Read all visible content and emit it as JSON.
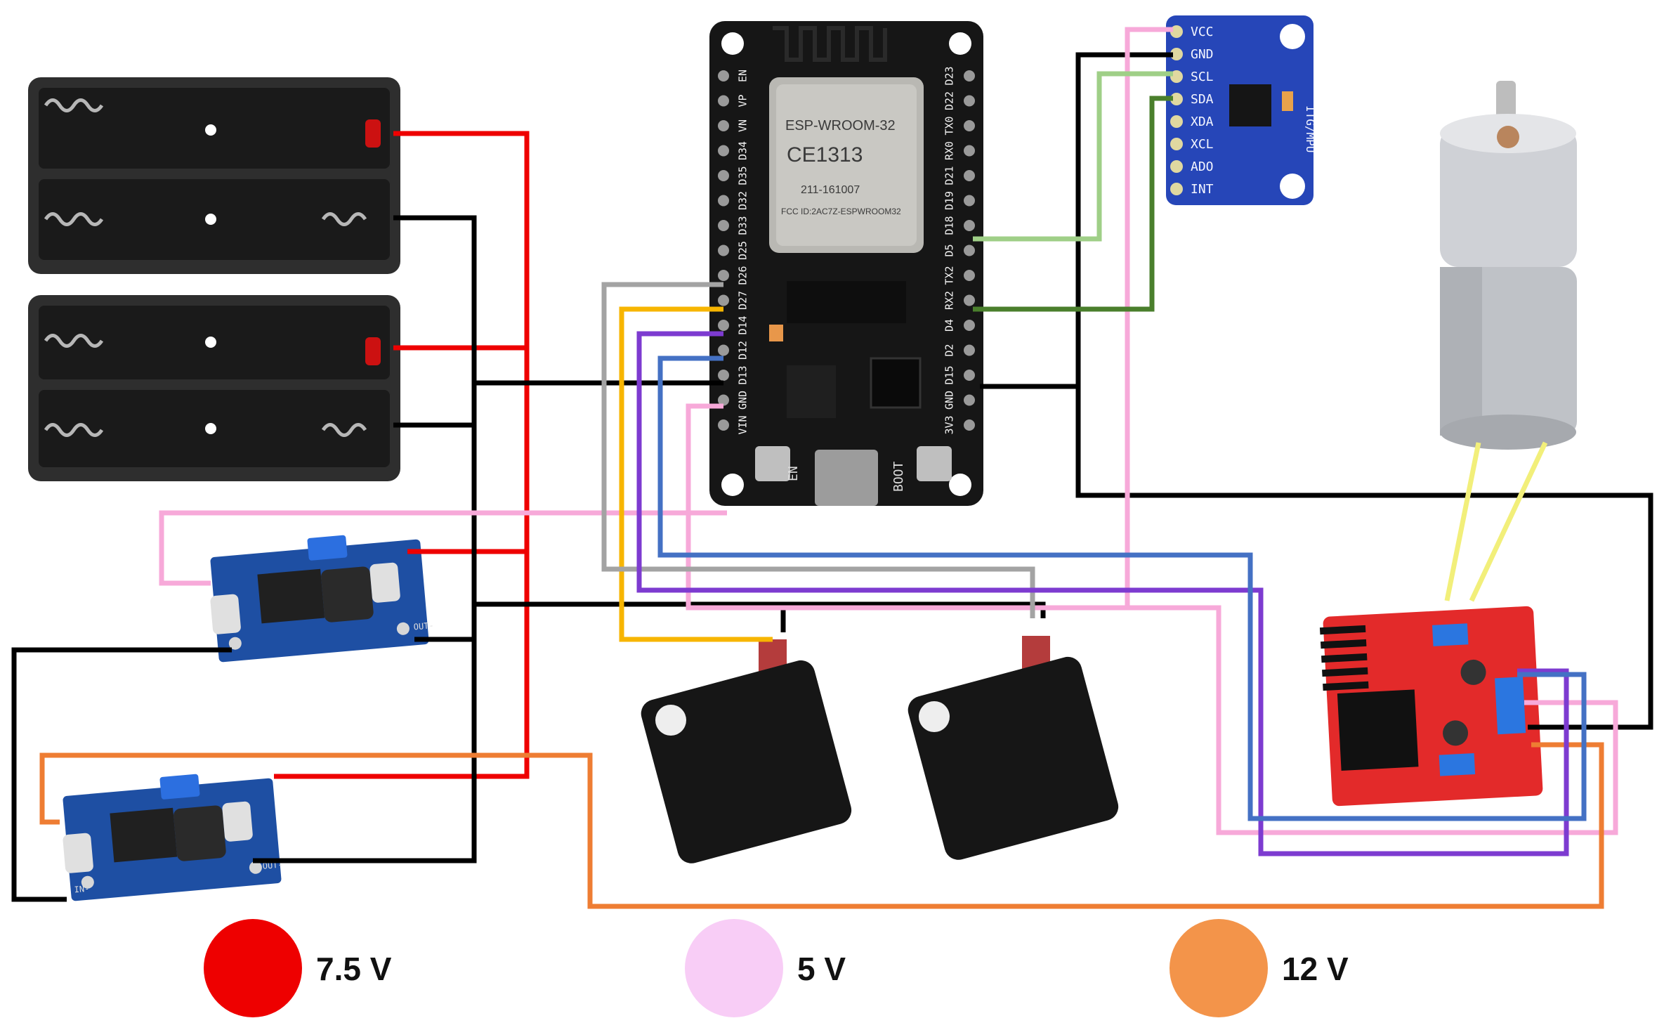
{
  "colors": {
    "v75": "#ee0000",
    "v5": "#f7a9d9",
    "v12": "#ee7d33",
    "ground": "#000000",
    "scl_wire": "#9fcf87",
    "sda_wire": "#4a7f2c",
    "d14_wire": "#f7b500",
    "d27_wire": "#a3a3a3",
    "d12_wire": "#7d3bd0",
    "d13_wire": "#4471c4",
    "motor_wire": "#f2ef7a",
    "legend_5v_dot": "#f8cdf6",
    "legend_12v_dot": "#f3944a"
  },
  "legend": [
    {
      "label": "7.5 V"
    },
    {
      "label": "5 V"
    },
    {
      "label": "12 V"
    }
  ],
  "esp32": {
    "module": "ESP-WROOM-32",
    "cert": "CE1313",
    "code": "211-161007",
    "fcc": "FCC ID:2AC7Z-ESPWROOM32",
    "left_pins": [
      "EN",
      "VP",
      "VN",
      "D34",
      "D35",
      "D32",
      "D33",
      "D25",
      "D26",
      "D27",
      "D14",
      "D12",
      "D13",
      "GND",
      "VIN"
    ],
    "right_pins": [
      "D23",
      "D22",
      "TX0",
      "RX0",
      "D21",
      "D19",
      "D18",
      "D5",
      "TX2",
      "RX2",
      "D4",
      "D2",
      "D15",
      "GND",
      "3V3"
    ],
    "btn_en": "EN",
    "btn_boot": "BOOT"
  },
  "mpu": {
    "pins": [
      "VCC",
      "GND",
      "SCL",
      "SDA",
      "XDA",
      "XCL",
      "ADO",
      "INT"
    ],
    "side_label": "ITG/MPU"
  },
  "buck_labels": {
    "in": "IN-",
    "out": "OUT-"
  }
}
